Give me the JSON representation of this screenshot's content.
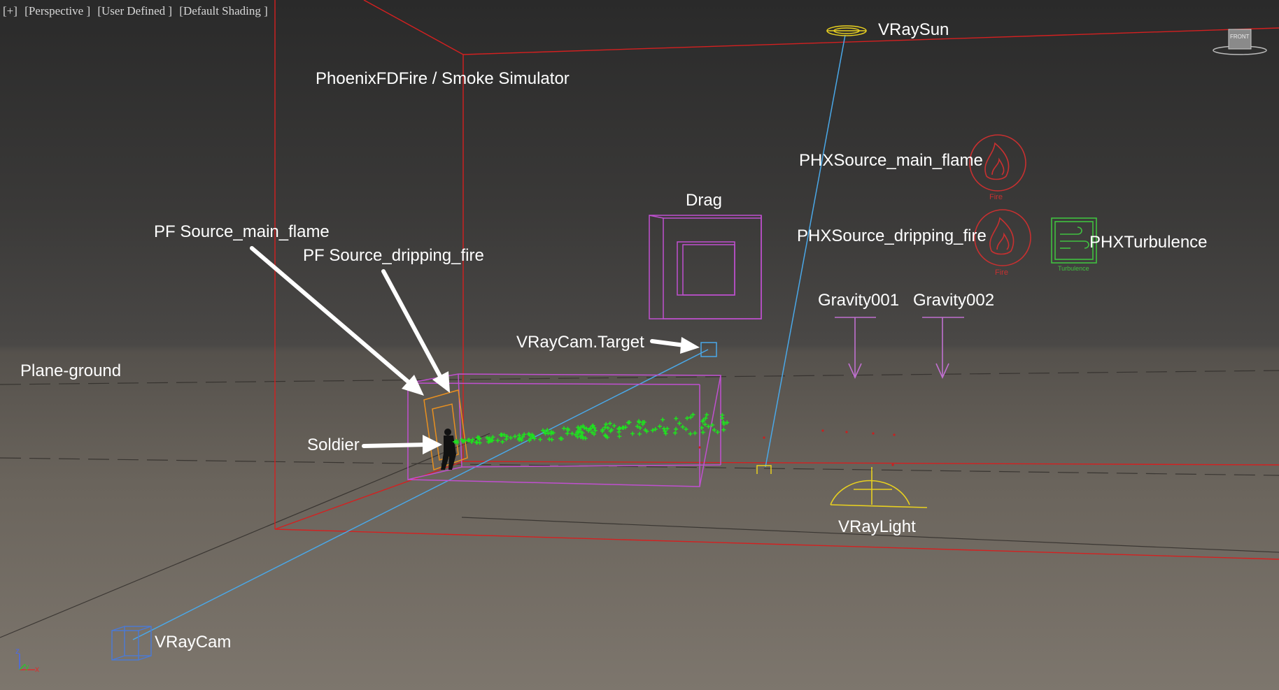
{
  "viewport": {
    "menu": [
      "[+]",
      "[Perspective ]",
      "[User Defined ]",
      "[Default Shading ]"
    ],
    "nav_cube_label": "FRONT"
  },
  "labels": {
    "vraysun": "VRaySun",
    "simulator": "PhoenixFDFire / Smoke Simulator",
    "phx_main": "PHXSource_main_flame",
    "phx_drip": "PHXSource_dripping_fire",
    "phx_turb": "PHXTurbulence",
    "drag": "Drag",
    "pf_main": "PF Source_main_flame",
    "pf_drip": "PF Source_dripping_fire",
    "vraycam_target": "VRayCam.Target",
    "gravity1": "Gravity001",
    "gravity2": "Gravity002",
    "plane": "Plane-ground",
    "soldier": "Soldier",
    "vraylight": "VRayLight",
    "vraycam": "VRayCam"
  },
  "icon_captions": {
    "fire1": "Fire",
    "fire2": "Fire",
    "turbulence": "Turbulence"
  },
  "axis": {
    "z": "z",
    "y": "y",
    "x": "x"
  },
  "colors": {
    "red_line": "#d42020",
    "purple": "#c050d0",
    "cyan": "#4aa8e8",
    "yellow": "#e8d020",
    "orange": "#e89020",
    "green": "#20e020",
    "fire_red": "#c83030",
    "turb_green": "#40c040"
  }
}
